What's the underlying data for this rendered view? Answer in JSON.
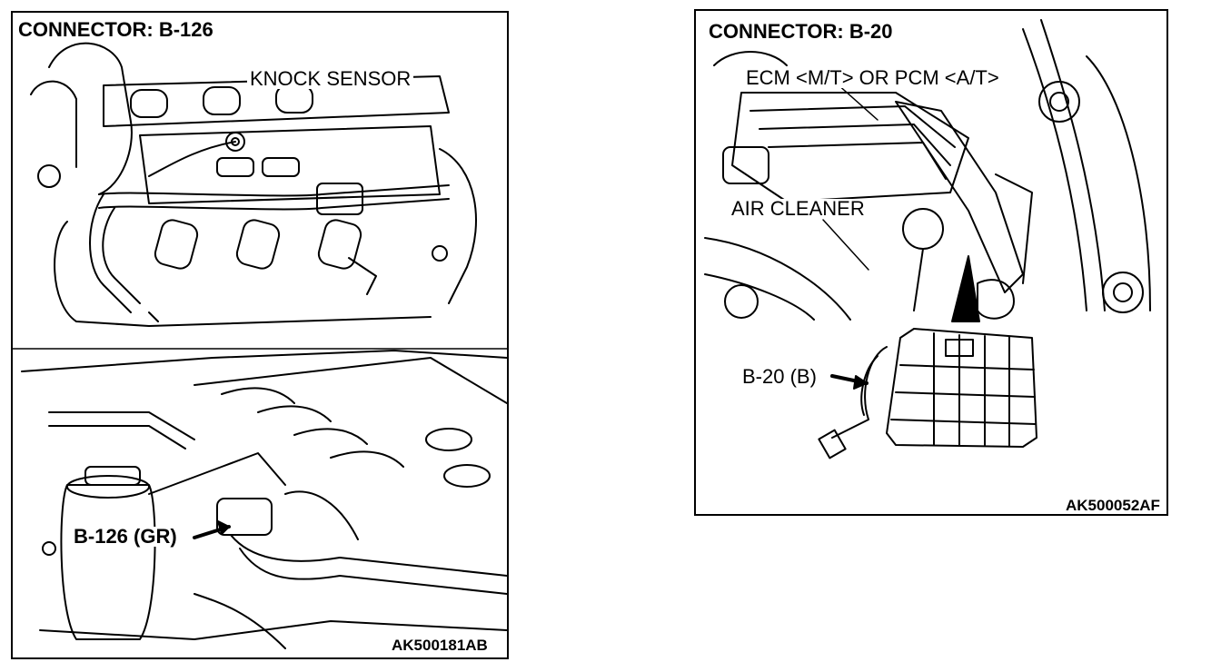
{
  "left": {
    "title": "CONNECTOR: B-126",
    "callout_sensor": "KNOCK SENSOR",
    "callout_connector": "B-126 (GR)",
    "code": "AK500181AB"
  },
  "right": {
    "title": "CONNECTOR: B-20",
    "callout_ecm": "ECM <M/T> OR PCM <A/T>",
    "callout_air": "AIR CLEANER",
    "callout_connector": "B-20 (B)",
    "code": "AK500052AF"
  },
  "colors": {
    "line": "#000000",
    "background": "#ffffff"
  }
}
